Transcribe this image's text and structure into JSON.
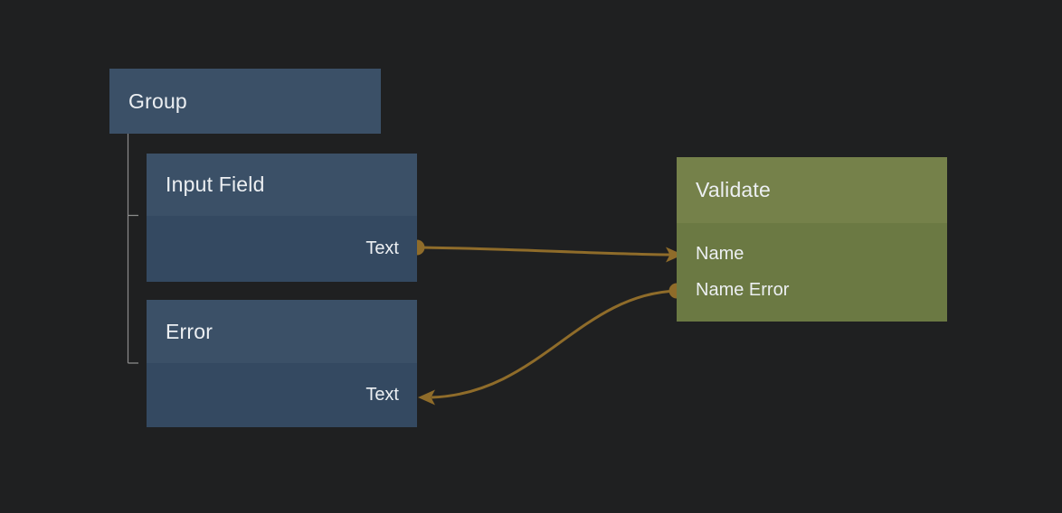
{
  "theme": {
    "canvas_bg": "#1f2021",
    "node_blue_header": "#3b5067",
    "node_blue_body": "#344961",
    "node_green_header": "#75814a",
    "node_green_body": "#6b7943",
    "wire_color": "#8f6c2a",
    "tree_line_color": "#8c8c8c",
    "text_color": "#eceff2"
  },
  "nodes": {
    "group": {
      "title": "Group"
    },
    "input_field": {
      "title": "Input Field",
      "output_port": {
        "label": "Text"
      }
    },
    "error": {
      "title": "Error",
      "input_port": {
        "label": "Text"
      }
    },
    "validate": {
      "title": "Validate",
      "input_port": {
        "label": "Name"
      },
      "output_port": {
        "label": "Name Error"
      }
    }
  },
  "hierarchy": {
    "parent": "Group",
    "children": [
      "Input Field",
      "Error"
    ]
  },
  "connections": [
    {
      "from_node": "Input Field",
      "from_port": "Text",
      "to_node": "Validate",
      "to_port": "Name"
    },
    {
      "from_node": "Validate",
      "from_port": "Name Error",
      "to_node": "Error",
      "to_port": "Text"
    }
  ]
}
